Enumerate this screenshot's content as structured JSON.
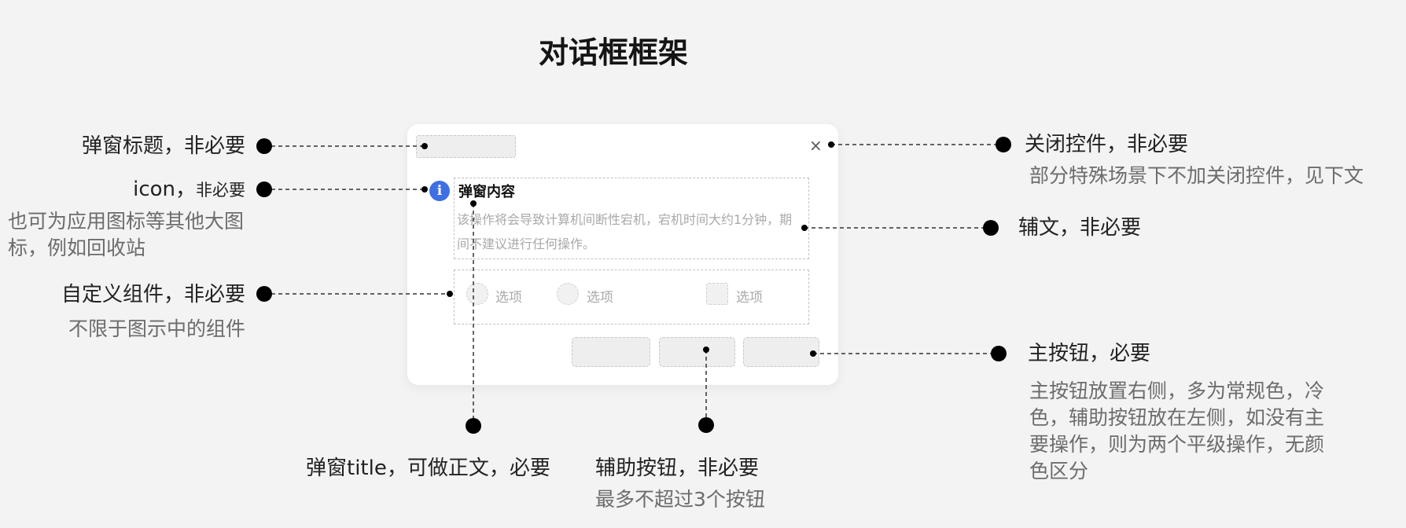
{
  "page": {
    "title": "对话框框架"
  },
  "dialog": {
    "content_title": "弹窗内容",
    "body_text": "该操作将会导致计算机间断性宕机，宕机时间大约1分钟，期间不建议进行任何操作。",
    "options": [
      "选项",
      "选项",
      "选项"
    ],
    "info_icon_glyph": "i",
    "close_glyph": "×",
    "accent_color": "#3f6fe3"
  },
  "annotations": {
    "popup_title": {
      "label": "弹窗标题，非必要"
    },
    "icon": {
      "label_main": "icon，",
      "label_small": "非必要",
      "sub": "也可为应用图标等其他大图标，例如回收站"
    },
    "custom": {
      "label": "自定义组件，非必要",
      "sub": "不限于图示中的组件"
    },
    "close": {
      "label": "关闭控件，非必要",
      "sub": "部分特殊场景下不加关闭控件，见下文"
    },
    "aux_text": {
      "label": "辅文，非必要"
    },
    "primary": {
      "label": "主按钮，必要",
      "sub": "主按钮放置右侧，多为常规色，冷色，辅助按钮放在左侧，如没有主要操作，则为两个平级操作，无颜色区分"
    },
    "content_title": {
      "label": "弹窗title，可做正文，必要"
    },
    "aux_button": {
      "label": "辅助按钮，非必要",
      "sub": "最多不超过3个按钮"
    }
  }
}
